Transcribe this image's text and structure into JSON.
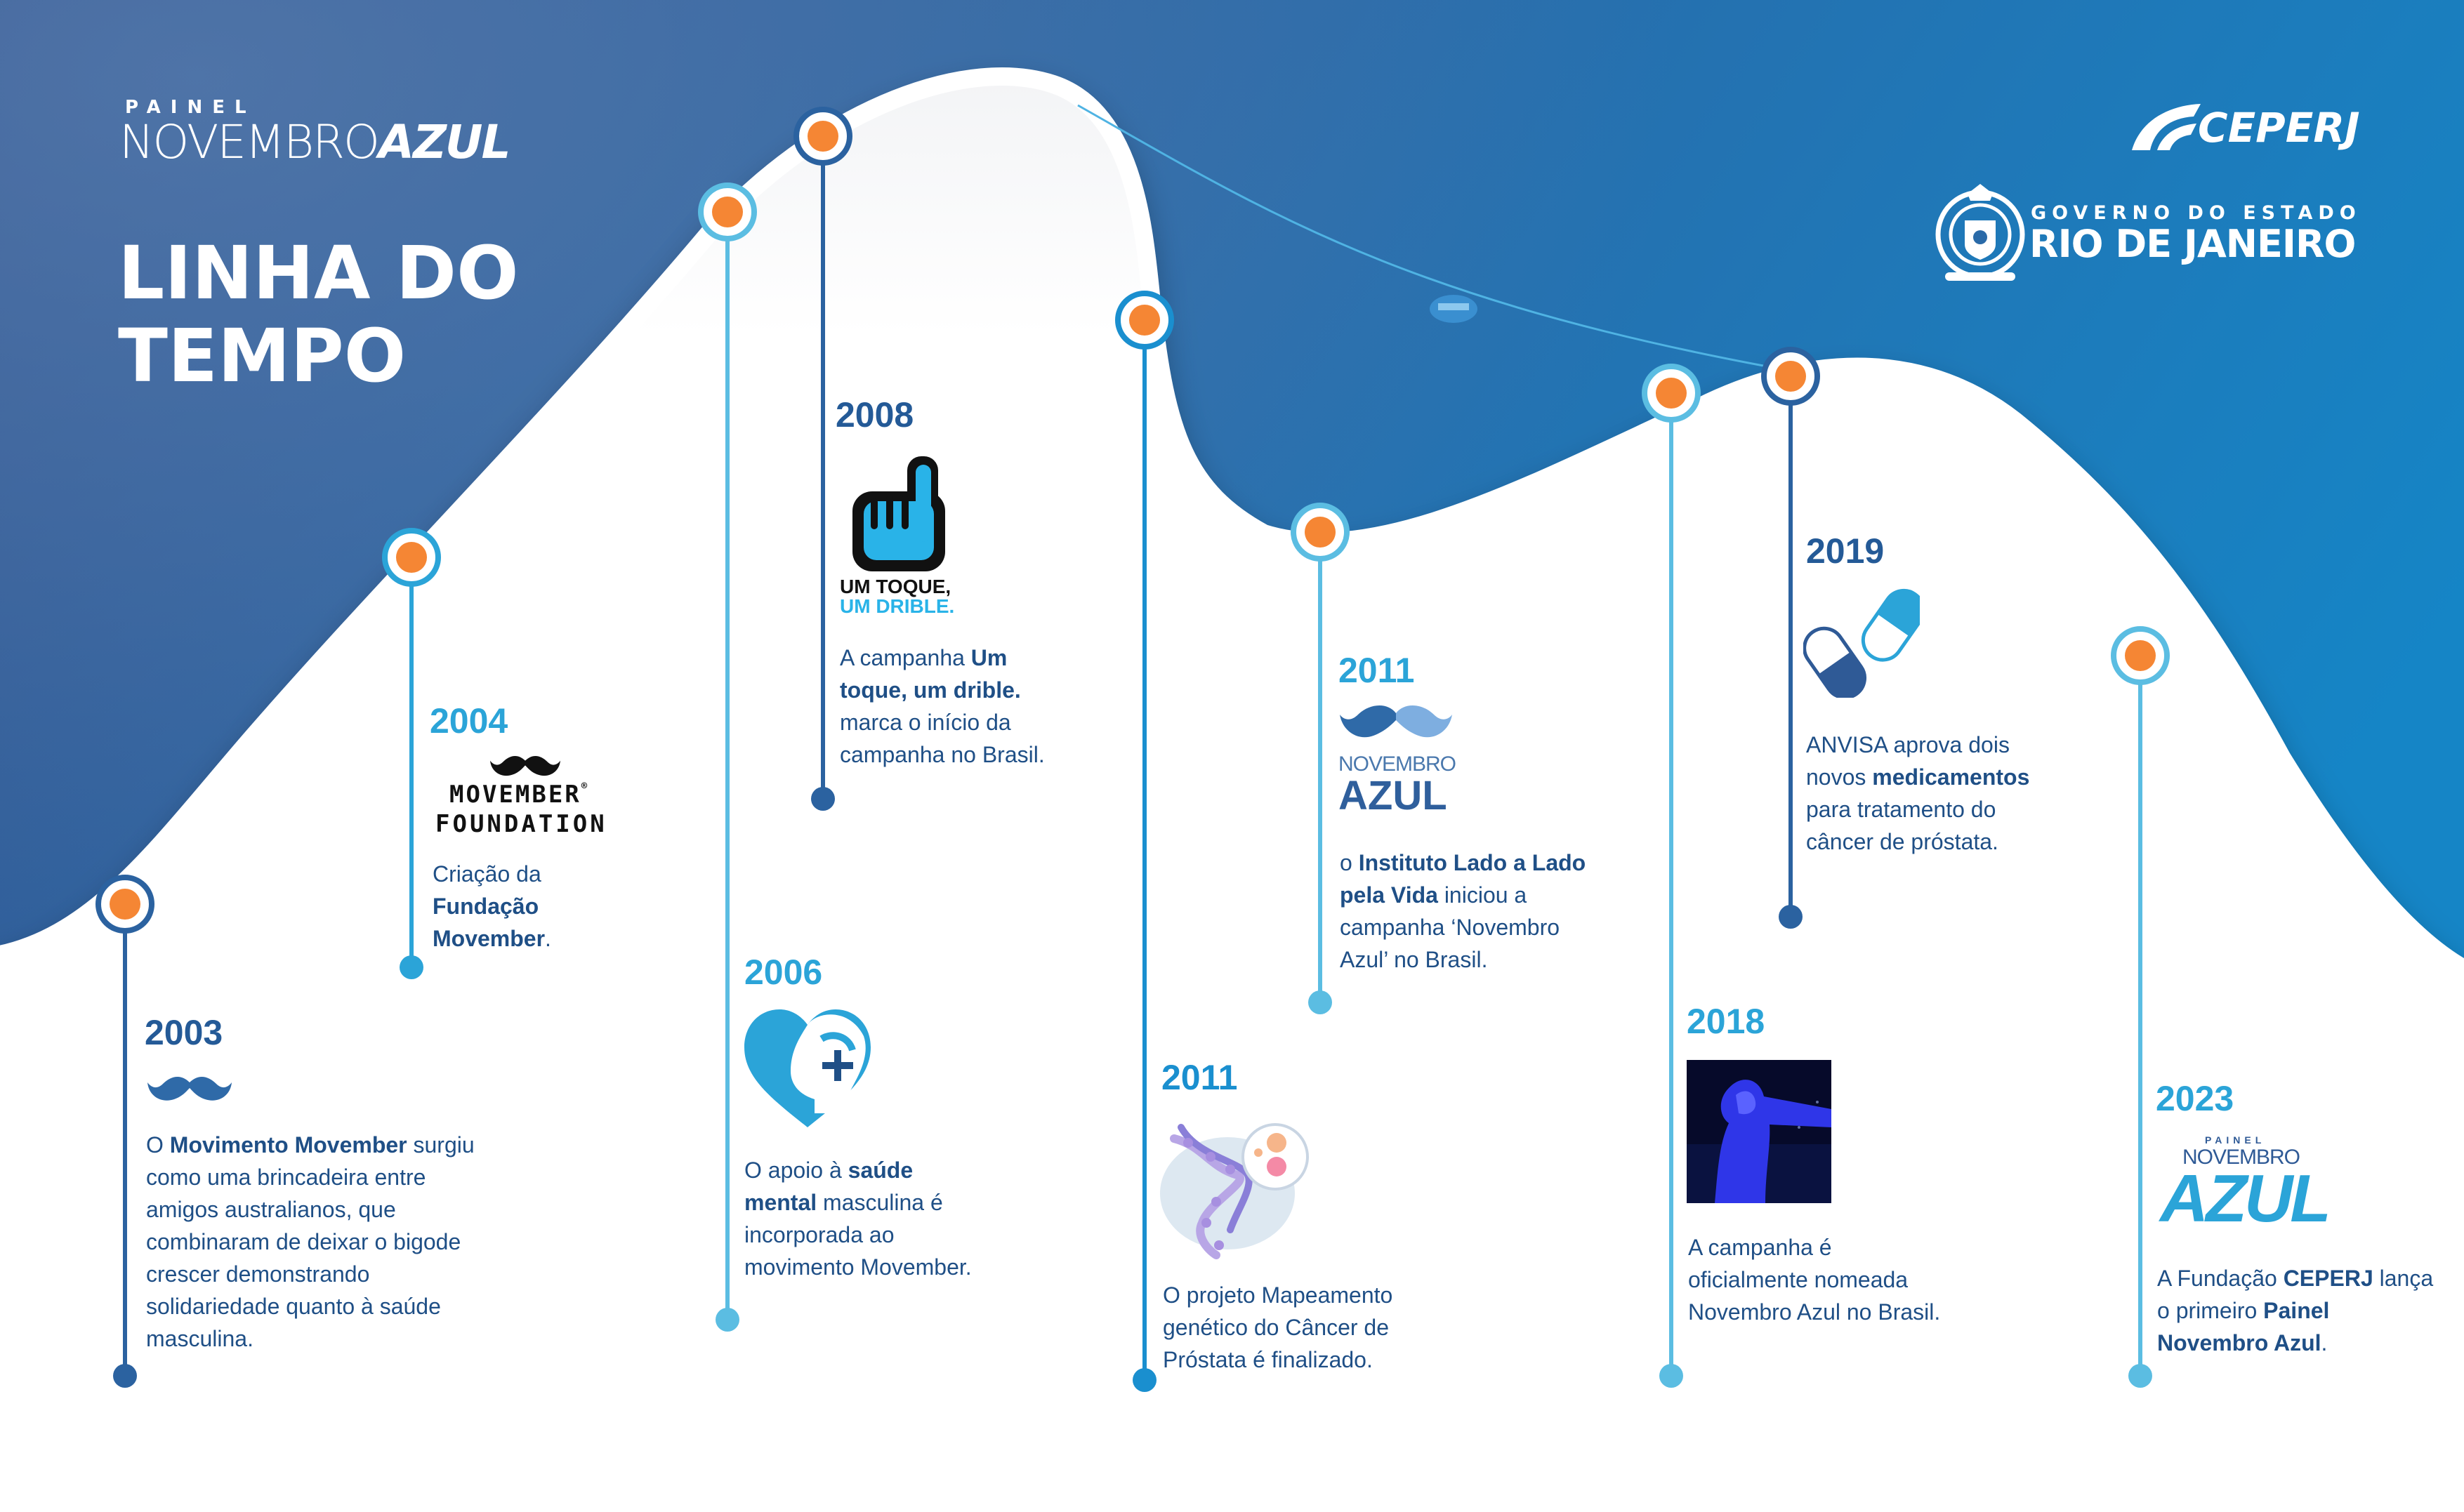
{
  "header": {
    "brand_small": "PAINEL",
    "brand_thin": "NOVEMBRO",
    "brand_bold": "AZUL",
    "title_line1": "LINHA DO",
    "title_line2": "TEMPO"
  },
  "logos": {
    "ceperj": "CEPERJ",
    "gov_small": "GOVERNO DO ESTADO",
    "gov_big": "RIO DE JANEIRO",
    "movember_line1": "MOVEMBER",
    "movember_reg": "®",
    "movember_line2": "FOUNDATION",
    "umtoque_line1": "UM TOQUE,",
    "umtoque_line2": "UM DRIBLE.",
    "nov_azul_thin": "NOVEMBRO",
    "nov_azul_bold": "AZUL",
    "painel_small": "PAINEL",
    "painel_thin": "NOVEMBRO",
    "painel_bold": "AZUL"
  },
  "colors": {
    "bg_dark": "#2f5a96",
    "bg_mid": "#2c72ae",
    "bg_light": "#1683c4",
    "accent_orange": "#f58634",
    "stem_dark": "#2b62a0",
    "stem_light": "#38a8d6",
    "year_dark": "#245a97",
    "year_light": "#2ba4d8"
  },
  "events": [
    {
      "year": "2003",
      "desc": [
        {
          "t": "O "
        },
        {
          "b": "Movimento Movember"
        },
        {
          "t": " surgiu como uma brincadeira entre amigos australianos, que combinaram de deixar o bigode crescer demonstrando solidariedade quanto à saúde masculina."
        }
      ]
    },
    {
      "year": "2004",
      "desc": [
        {
          "t": "Criação da "
        },
        {
          "b": "Fundação Movember"
        },
        {
          "t": "."
        }
      ]
    },
    {
      "year": "2006",
      "desc": [
        {
          "t": "O apoio à "
        },
        {
          "b": "saúde mental"
        },
        {
          "t": " masculina é incorporada ao movimento Movember."
        }
      ]
    },
    {
      "year": "2008",
      "desc": [
        {
          "t": "A campanha "
        },
        {
          "b": "Um toque, um drible."
        },
        {
          "t": " marca o início da campanha no Brasil."
        }
      ]
    },
    {
      "year": "2011",
      "desc": [
        {
          "t": "O projeto Mapeamento genético do Câncer de Próstata é finalizado."
        }
      ]
    },
    {
      "year": "2011",
      "desc": [
        {
          "t": "o "
        },
        {
          "b": "Instituto Lado a Lado pela Vida"
        },
        {
          "t": " iniciou a campanha ‘Novembro Azul’ no Brasil."
        }
      ]
    },
    {
      "year": "2018",
      "desc": [
        {
          "t": "A campanha é oficialmente nomeada Novembro Azul no Brasil."
        }
      ]
    },
    {
      "year": "2019",
      "desc": [
        {
          "t": "ANVISA aprova dois novos "
        },
        {
          "b": "medicamentos"
        },
        {
          "t": " para tratamento do câncer de próstata."
        }
      ]
    },
    {
      "year": "2023",
      "desc": [
        {
          "t": "A Fundação "
        },
        {
          "b": "CEPERJ"
        },
        {
          "t": " lança o primeiro "
        },
        {
          "b": "Painel Novembro Azul"
        },
        {
          "t": "."
        }
      ]
    }
  ]
}
